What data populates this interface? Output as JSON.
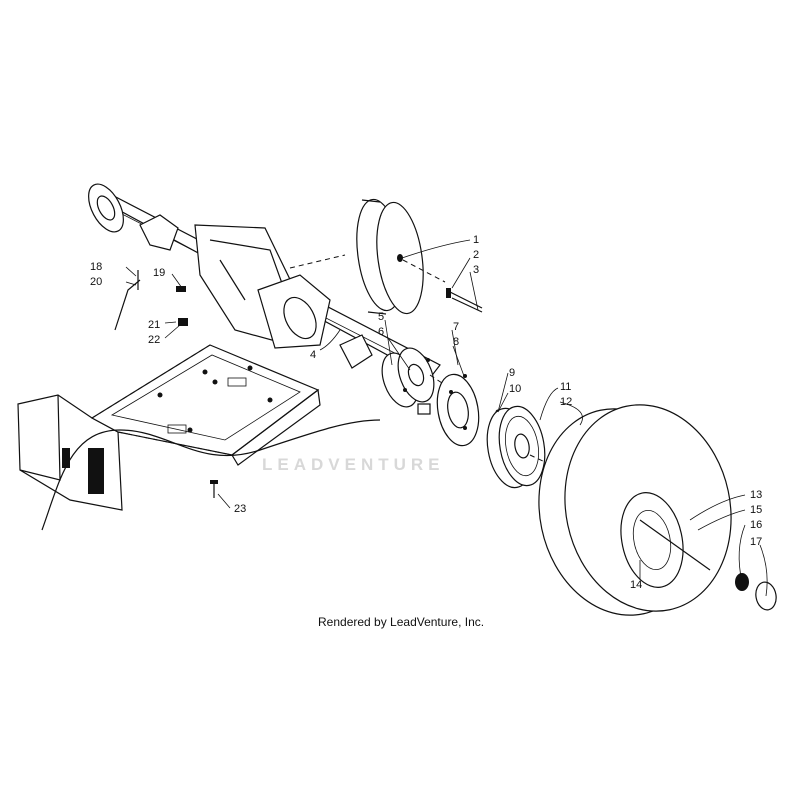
{
  "diagram": {
    "credit": "Rendered by LeadVenture, Inc.",
    "watermark": "LEADVENTURE",
    "callouts": [
      "1",
      "2",
      "3",
      "4",
      "5",
      "6",
      "7",
      "8",
      "9",
      "10",
      "11",
      "12",
      "13",
      "14",
      "15",
      "16",
      "17",
      "18",
      "19",
      "20",
      "21",
      "22",
      "23"
    ]
  }
}
